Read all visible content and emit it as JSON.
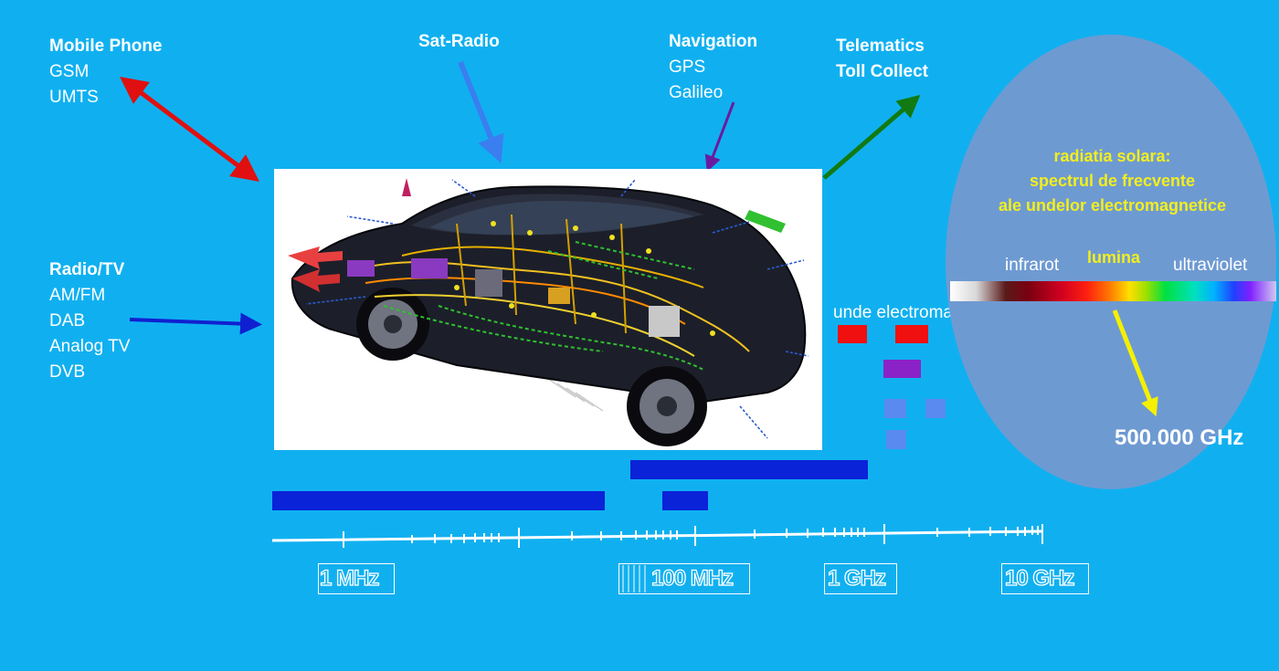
{
  "labels": {
    "mobile_phone": {
      "head": "Mobile Phone",
      "lines": [
        "GSM",
        "UMTS"
      ]
    },
    "sat_radio": {
      "head": "Sat-Radio"
    },
    "navigation": {
      "head": "Navigation",
      "lines": [
        "GPS",
        "Galileo"
      ]
    },
    "telematics": {
      "head": "Telematics",
      "head2": "Toll Collect"
    },
    "radio_tv": {
      "head": "Radio/TV",
      "lines": [
        "AM/FM",
        "DAB",
        "Analog TV",
        "DVB"
      ]
    }
  },
  "oval": {
    "title_lines": [
      "radiatia solara:",
      "spectrul de frecvente",
      "ale undelor electromagnetice"
    ],
    "infrared": "infrarot",
    "visible": "lumina",
    "ultraviolet": "ultraviolet",
    "frequency": "500.000 GHz"
  },
  "waves_label": "unde electromagnetice",
  "axis": {
    "tick_labels": [
      "1 MHz",
      "100 MHz",
      "1 GHz",
      "10 GHz"
    ]
  },
  "colors": {
    "background": "#10b0f0",
    "band_blue": "#0a22d8",
    "mobile_arrow": "#e01010",
    "sat_arrow": "#3a7ef0",
    "nav_arrow": "#6a1aa0",
    "telematics_arrow": "#127a12",
    "radio_arrow": "#1020d0",
    "solar_arrow": "#f5f000",
    "oval_fill": "#6e9ad2",
    "oval_text": "#f2ee1e"
  },
  "icons": [
    "double-arrow-icon",
    "arrow-icon",
    "car-cutaway-illustration"
  ]
}
